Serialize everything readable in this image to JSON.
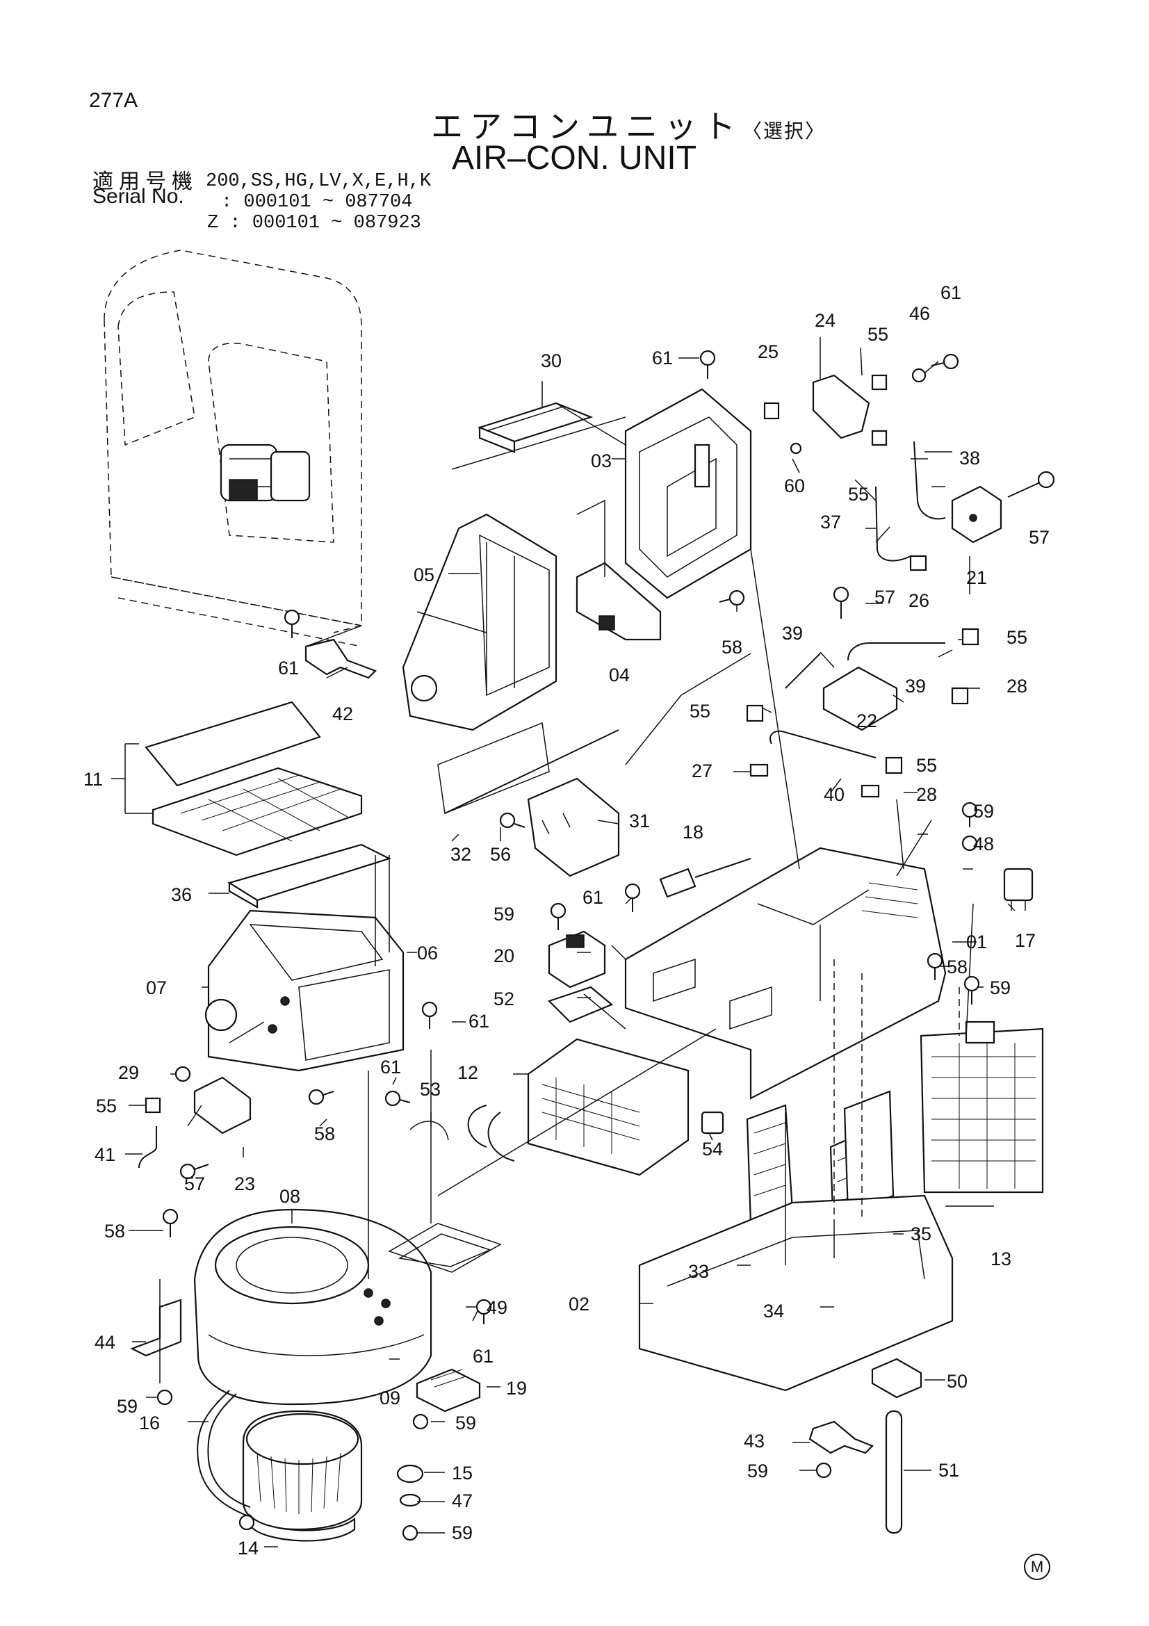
{
  "page_code": "277A",
  "title": {
    "jp": "エアコンユニット",
    "jp_sub": "〈選択〉",
    "en": "AIR–CON. UNIT"
  },
  "serial": {
    "label_jp": "適用号機",
    "label_en": "Serial No.",
    "models": "200,SS,HG,LV,X,E,H,K",
    "range_1": ": 000101 ~ 087704",
    "range_2": "Z : 000101 ~ 087923"
  },
  "mark": "M",
  "icons": {
    "cab": "cab-outline-icon",
    "screw": "screw-icon",
    "nut": "nut-icon"
  },
  "callouts": [
    {
      "n": "61"
    },
    {
      "n": "46"
    },
    {
      "n": "24"
    },
    {
      "n": "55"
    },
    {
      "n": "30"
    },
    {
      "n": "61"
    },
    {
      "n": "25"
    },
    {
      "n": "03"
    },
    {
      "n": "60"
    },
    {
      "n": "38"
    },
    {
      "n": "55"
    },
    {
      "n": "57"
    },
    {
      "n": "37"
    },
    {
      "n": "21"
    },
    {
      "n": "05"
    },
    {
      "n": "26"
    },
    {
      "n": "57"
    },
    {
      "n": "61"
    },
    {
      "n": "04"
    },
    {
      "n": "58"
    },
    {
      "n": "39"
    },
    {
      "n": "55"
    },
    {
      "n": "42"
    },
    {
      "n": "39"
    },
    {
      "n": "28"
    },
    {
      "n": "22"
    },
    {
      "n": "55"
    },
    {
      "n": "11"
    },
    {
      "n": "27"
    },
    {
      "n": "40"
    },
    {
      "n": "55"
    },
    {
      "n": "28"
    },
    {
      "n": "31"
    },
    {
      "n": "59"
    },
    {
      "n": "32"
    },
    {
      "n": "56"
    },
    {
      "n": "18"
    },
    {
      "n": "48"
    },
    {
      "n": "36"
    },
    {
      "n": "61"
    },
    {
      "n": "59"
    },
    {
      "n": "17"
    },
    {
      "n": "01"
    },
    {
      "n": "06"
    },
    {
      "n": "20"
    },
    {
      "n": "58"
    },
    {
      "n": "07"
    },
    {
      "n": "52"
    },
    {
      "n": "59"
    },
    {
      "n": "61"
    },
    {
      "n": "12"
    },
    {
      "n": "29"
    },
    {
      "n": "61"
    },
    {
      "n": "53"
    },
    {
      "n": "55"
    },
    {
      "n": "58"
    },
    {
      "n": "41"
    },
    {
      "n": "54"
    },
    {
      "n": "57"
    },
    {
      "n": "23"
    },
    {
      "n": "08"
    },
    {
      "n": "58"
    },
    {
      "n": "35"
    },
    {
      "n": "13"
    },
    {
      "n": "49"
    },
    {
      "n": "33"
    },
    {
      "n": "02"
    },
    {
      "n": "34"
    },
    {
      "n": "61"
    },
    {
      "n": "44"
    },
    {
      "n": "09"
    },
    {
      "n": "50"
    },
    {
      "n": "19"
    },
    {
      "n": "59"
    },
    {
      "n": "59"
    },
    {
      "n": "16"
    },
    {
      "n": "43"
    },
    {
      "n": "15"
    },
    {
      "n": "59"
    },
    {
      "n": "47"
    },
    {
      "n": "51"
    },
    {
      "n": "14"
    },
    {
      "n": "59"
    }
  ]
}
